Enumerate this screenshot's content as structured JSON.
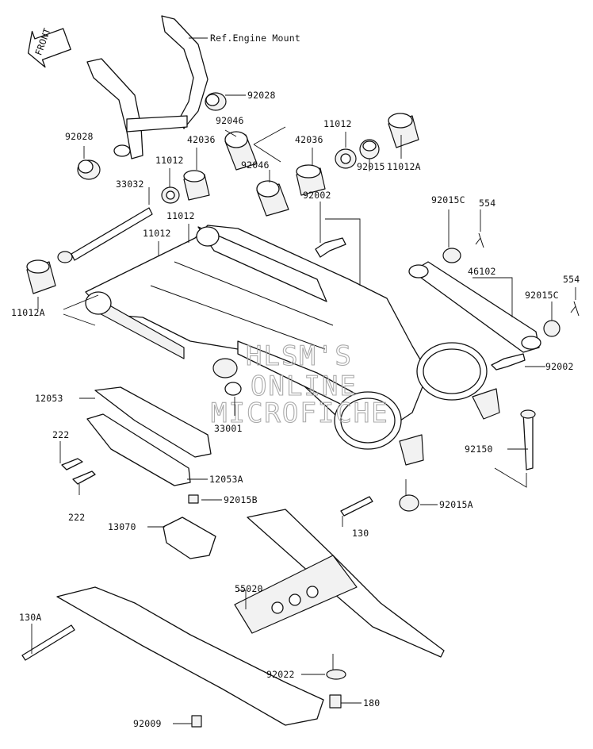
{
  "diagram": {
    "front_marker": "FRONT",
    "watermark": [
      "HLSM'S",
      "ONLINE",
      "MICROFICHE"
    ],
    "callouts": {
      "ref_engine_mount": "Ref.Engine Mount",
      "c92028_top": "92028",
      "c92028_left": "92028",
      "c92046_a": "92046",
      "c92046_b": "92046",
      "c11012_top": "11012",
      "c42036_left": "42036",
      "c42036_right": "42036",
      "c11012a_top": "11012A",
      "c11012_a": "11012",
      "c92015": "92015",
      "c33032": "33032",
      "c11012_b": "11012",
      "c11012_c": "11012",
      "c92002_top": "92002",
      "c554_top": "554",
      "c92015c_top": "92015C",
      "c46102": "46102",
      "c554_right": "554",
      "c92015c_right": "92015C",
      "c11012a_left": "11012A",
      "c92002_right": "92002",
      "c12053": "12053",
      "c33001": "33001",
      "c222_a": "222",
      "c92150": "92150",
      "c12053a": "12053A",
      "c222_b": "222",
      "c92015b": "92015B",
      "c92015a": "92015A",
      "c13070": "13070",
      "c130": "130",
      "c55020": "55020",
      "c130a": "130A",
      "c92022": "92022",
      "c180": "180",
      "c92009": "92009"
    }
  }
}
